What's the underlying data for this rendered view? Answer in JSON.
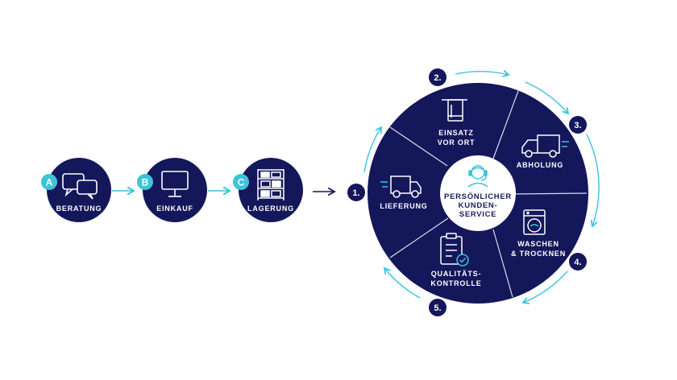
{
  "colors": {
    "navy": "#14175a",
    "cyan": "#3cc4dc",
    "white": "#ffffff"
  },
  "steps": [
    {
      "badge": "A",
      "label": "BERATUNG",
      "icon": "chat-bubbles-icon"
    },
    {
      "badge": "B",
      "label": "EINKAUF",
      "icon": "computer-monitor-icon"
    },
    {
      "badge": "C",
      "label": "LAGERUNG",
      "icon": "storage-shelf-icon"
    }
  ],
  "cycle": {
    "center_lines": [
      "PERSÖNLICHER",
      "KUNDEN-",
      "SERVICE"
    ],
    "center_icon": "headset-agent-icon",
    "numbers": [
      "1.",
      "2.",
      "3.",
      "4.",
      "5."
    ],
    "segments": [
      {
        "lines": [
          "EINSATZ",
          "VOR ORT"
        ],
        "icon": "towel-rack-icon"
      },
      {
        "lines": [
          "ABHOLUNG"
        ],
        "icon": "delivery-truck-icon"
      },
      {
        "lines": [
          "WASCHEN",
          "& TROCKNEN"
        ],
        "icon": "washing-machine-icon"
      },
      {
        "lines": [
          "QUALITÄTS-",
          "KONTROLLE"
        ],
        "icon": "clipboard-check-icon"
      },
      {
        "lines": [
          "LIEFERUNG"
        ],
        "icon": "delivery-truck-icon"
      }
    ]
  }
}
